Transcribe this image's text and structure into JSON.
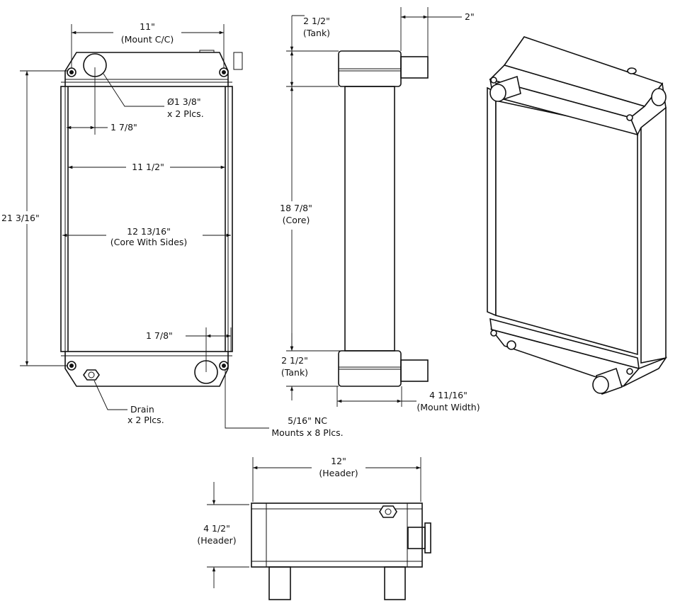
{
  "title": "Radiator dimension drawing",
  "front_view": {
    "mount_cc": {
      "value": "11\"",
      "label": "(Mount C/C)"
    },
    "inlet_dia": {
      "value": "Ø1 3/8\"",
      "qty": "x 2 Plcs."
    },
    "inlet_offset": "1 7/8\"",
    "core_width": "11 1/2\"",
    "overall_height": "21 3/16\"",
    "core_with_sides": {
      "value": "12 13/16\"",
      "label": "(Core With Sides)"
    },
    "outlet_offset": "1 7/8\"",
    "drain": {
      "label": "Drain",
      "qty": "x 2 Plcs."
    },
    "mounts": {
      "value": "5/16\" NC",
      "label": "Mounts x 8 Plcs."
    }
  },
  "side_view": {
    "top_tank": {
      "value": "2 1/2\"",
      "label": "(Tank)"
    },
    "pipe_length": "2\"",
    "core_height": {
      "value": "18 7/8\"",
      "label": "(Core)"
    },
    "bottom_tank": {
      "value": "2 1/2\"",
      "label": "(Tank)"
    },
    "mount_width": {
      "value": "4 11/16\"",
      "label": "(Mount Width)"
    }
  },
  "bottom_view": {
    "header_length": {
      "value": "12\"",
      "label": "(Header)"
    },
    "header_width": {
      "value": "4 1/2\"",
      "label": "(Header)"
    }
  }
}
